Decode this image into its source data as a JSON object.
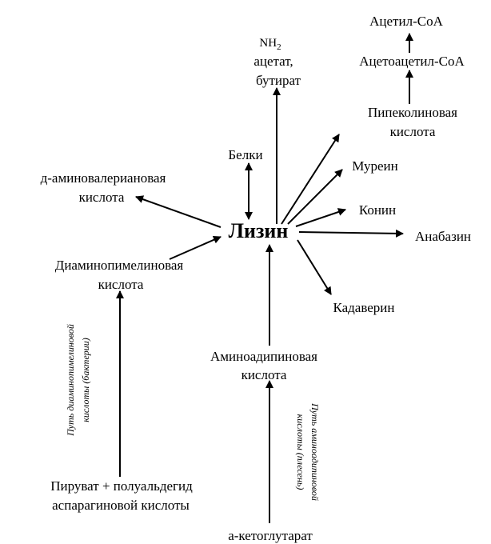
{
  "center": "Лизин",
  "nodes": {
    "acetyl_coa": "Ацетил-CoA",
    "acetoacetyl_coa": "Ацетоацетил-CoA",
    "pipecolic_1": "Пипеколиновая",
    "pipecolic_2": "кислота",
    "nh2_n": "NH",
    "nh2_sub": "2",
    "acetate": "ацетат,",
    "butyrate": "бутират",
    "proteins": "Белки",
    "murein": "Муреин",
    "aminovaleric_1": "д-аминовалериановая",
    "aminovaleric_2": "кислота",
    "conine": "Конин",
    "anabasine": "Анабазин",
    "dap_1": "Диаминопимелиновая",
    "dap_2": "кислота",
    "cadaverine": "Кадаверин",
    "aminoadipic_1": "Аминоадипиновая",
    "aminoadipic_2": "кислота",
    "pyruvate_1": "Пируват + полуальдегид",
    "pyruvate_2": "аспарагиновой кислоты",
    "ketoglutarate": "а-кетоглутарат"
  },
  "pathways": {
    "dap_1": "Путь диаминопимелиновой",
    "dap_2": "кислоты (бактерии)",
    "aaa_1": "Путь аминоадипиновой",
    "aaa_2": "кислоты (плесень)"
  }
}
